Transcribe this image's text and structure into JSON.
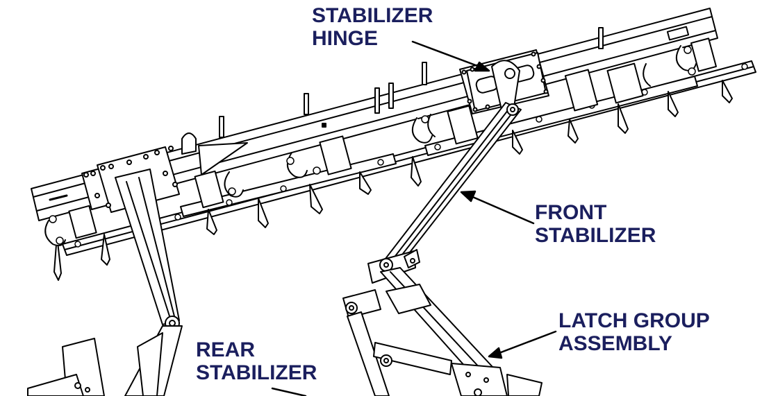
{
  "callouts": {
    "stabilizer_hinge": [
      "STABILIZER",
      "HINGE"
    ],
    "front_stabilizer": [
      "FRONT",
      "STABILIZER"
    ],
    "latch_group_assembly": [
      "LATCH GROUP",
      "ASSEMBLY"
    ],
    "rear_stabilizer": [
      "REAR",
      "STABILIZER"
    ]
  },
  "colors": {
    "label_text": "#1b1f5e",
    "line_art": "#000000",
    "background": "#ffffff"
  }
}
